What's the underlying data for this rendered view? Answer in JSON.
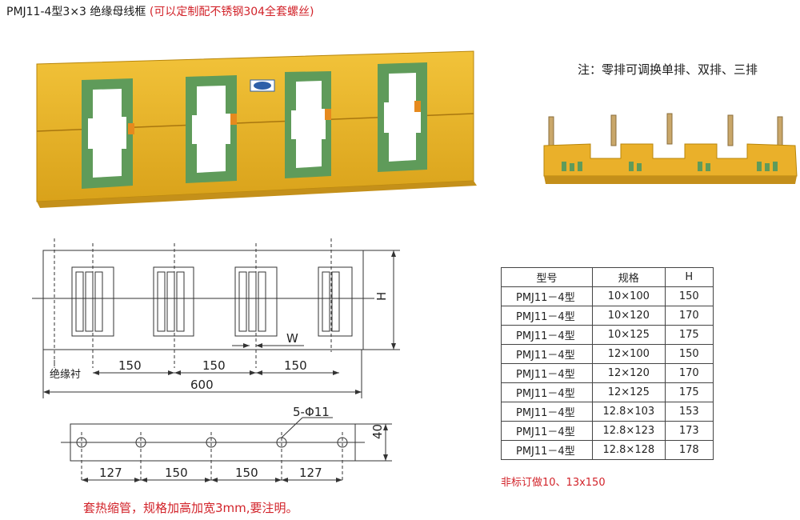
{
  "header": {
    "title": "PMJ11-4型3×3  绝缘母线框",
    "subtitle_red": "(可以定制配不锈钢304全套螺丝)"
  },
  "note": "注：零排可调换单排、双排、三排",
  "drawing": {
    "h_label": "H",
    "w_label": "W",
    "liner_label": "绝缘衬",
    "dims_top": [
      "150",
      "150",
      "150"
    ],
    "total": "600",
    "holes_label": "5-Φ11",
    "height_40": "40",
    "dims_bottom": [
      "127",
      "150",
      "150",
      "127"
    ]
  },
  "footer_note": "套热缩管，规格加高加宽3mm,要注明。",
  "table": {
    "headers": [
      "型号",
      "规格",
      "H"
    ],
    "rows": [
      [
        "PMJ11－4型",
        "10×100",
        "150"
      ],
      [
        "PMJ11－4型",
        "10×120",
        "170"
      ],
      [
        "PMJ11－4型",
        "10×125",
        "175"
      ],
      [
        "PMJ11－4型",
        "12×100",
        "150"
      ],
      [
        "PMJ11－4型",
        "12×120",
        "170"
      ],
      [
        "PMJ11－4型",
        "12×125",
        "175"
      ],
      [
        "PMJ11－4型",
        "12.8×103",
        "153"
      ],
      [
        "PMJ11－4型",
        "12.8×123",
        "173"
      ],
      [
        "PMJ11－4型",
        "12.8×128",
        "178"
      ]
    ],
    "note": "非标订做10、13x150"
  },
  "colors": {
    "insulator_yellow": "#e8b523",
    "insulator_green": "#5f9b5a",
    "accent_red": "#d2232a"
  }
}
